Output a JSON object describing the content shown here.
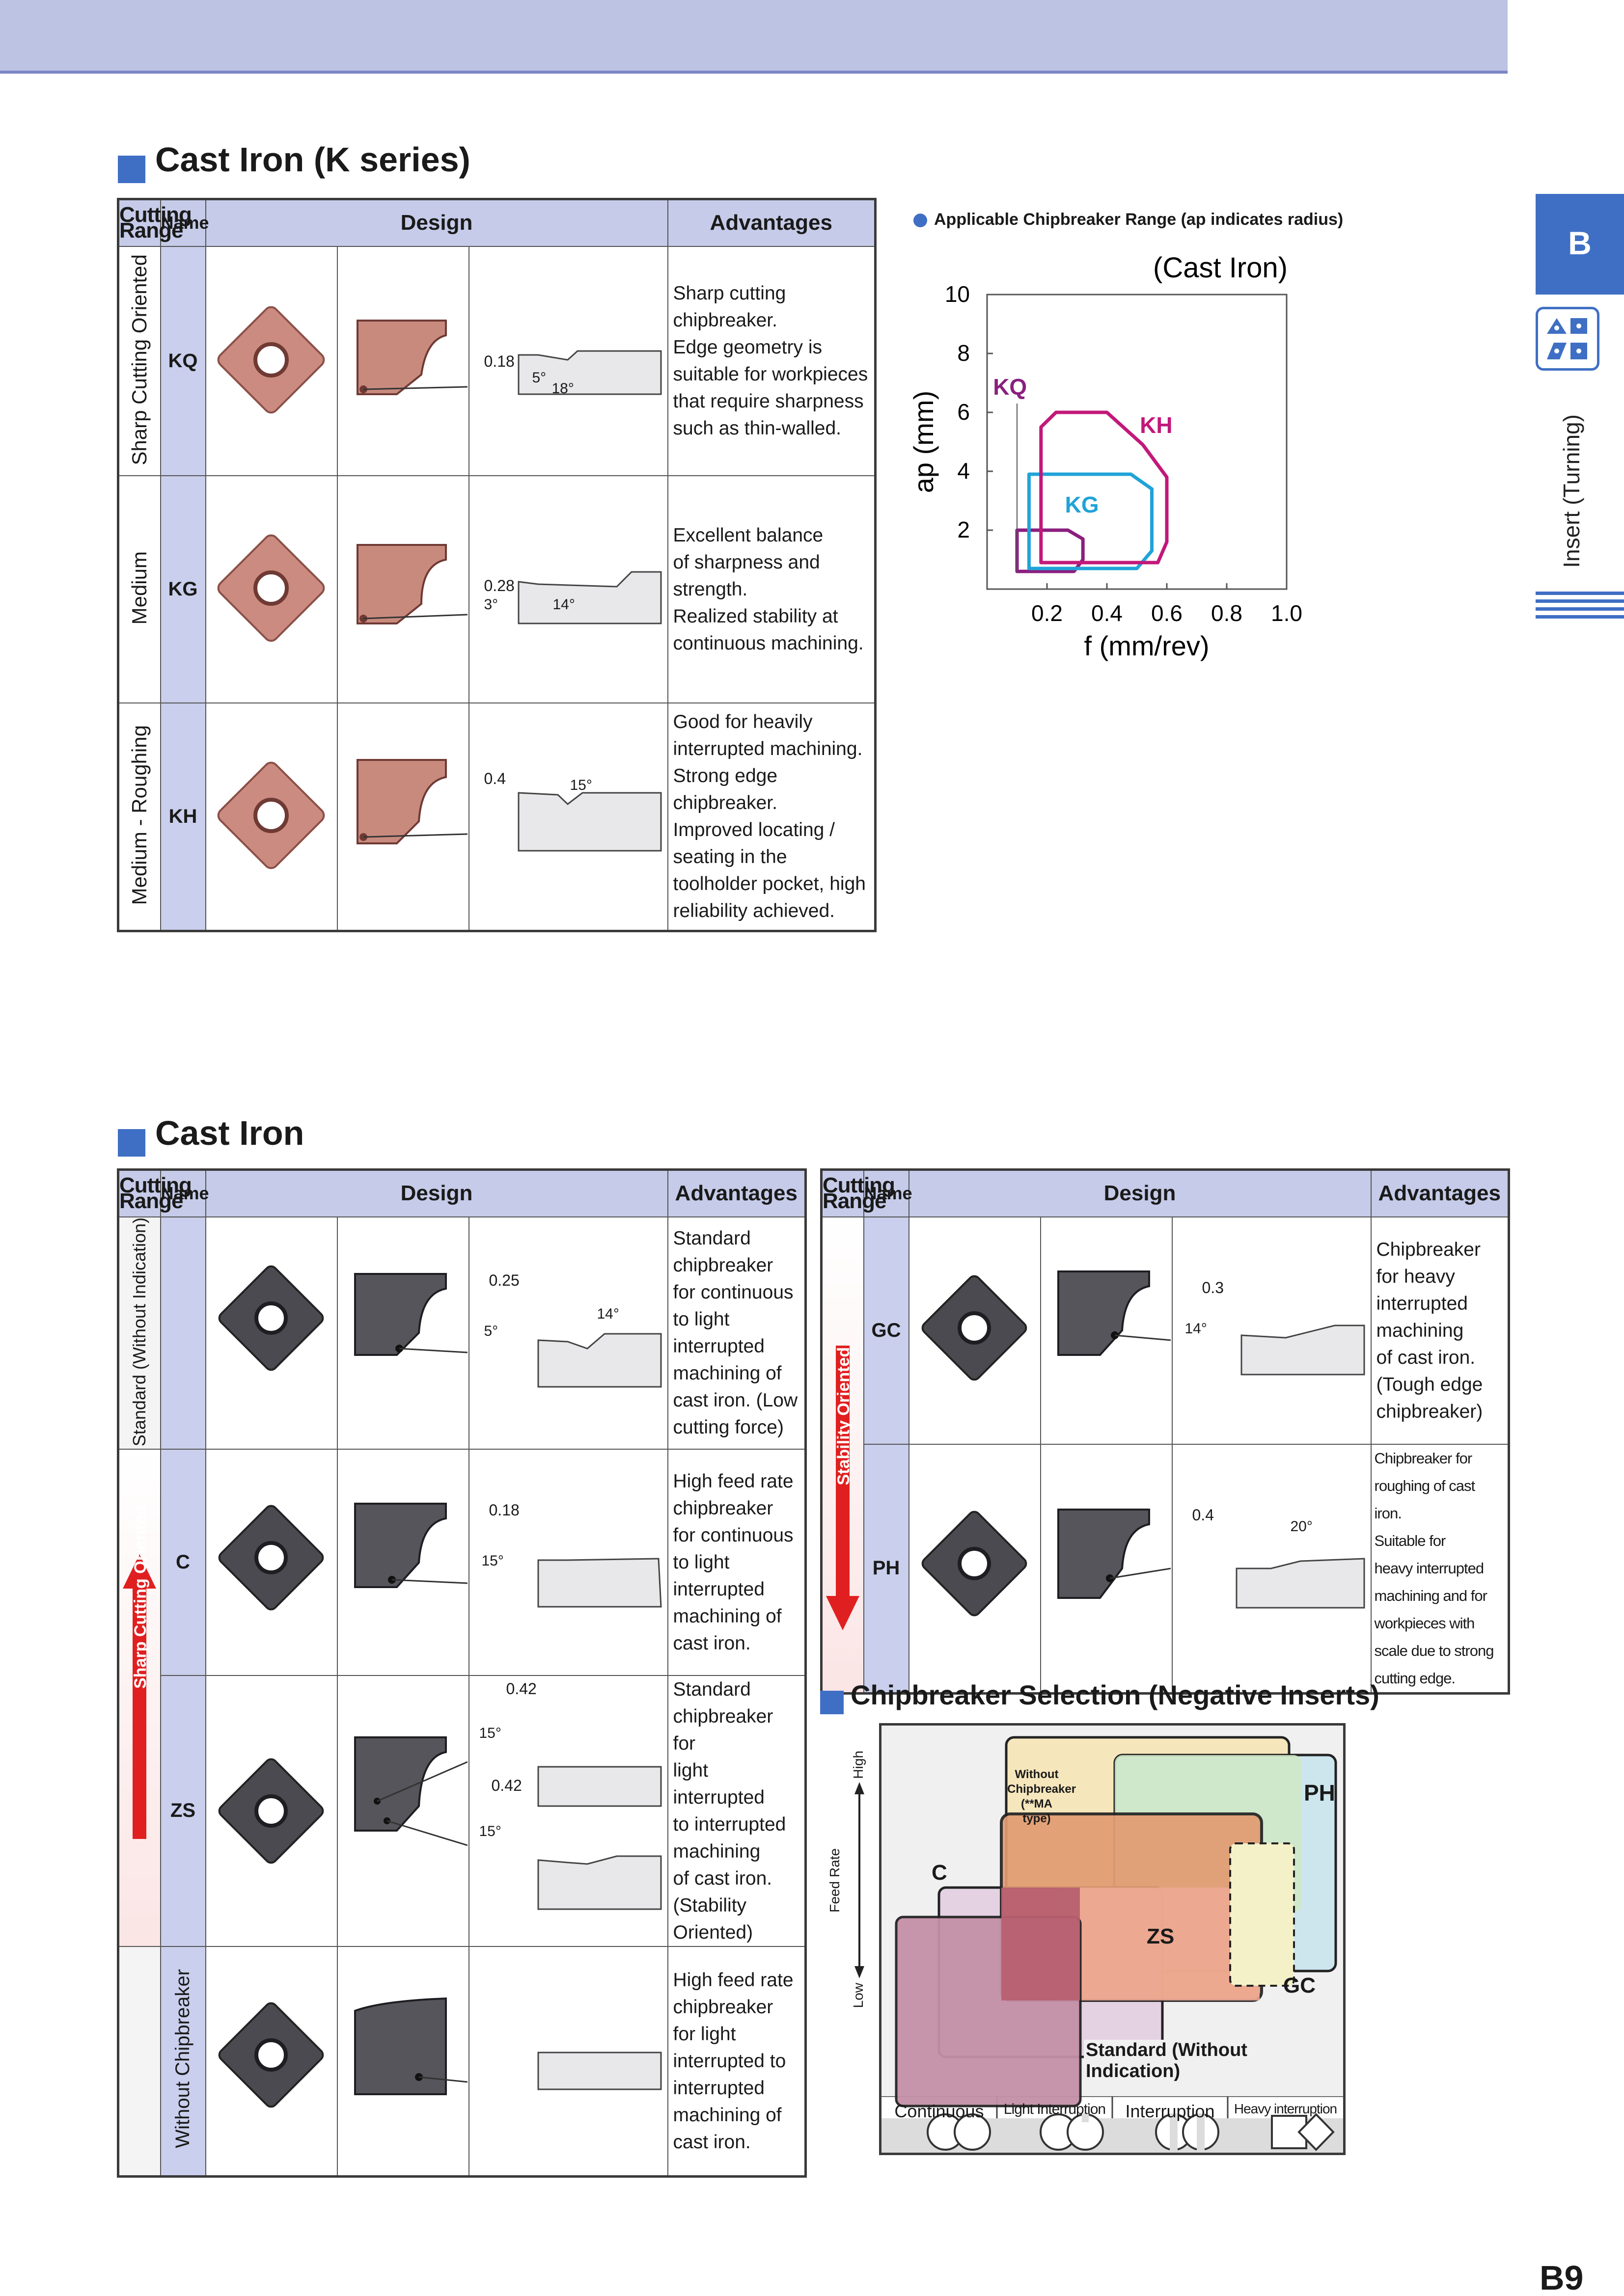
{
  "header": {
    "side_tab": "B",
    "side_label": "Insert (Turning)",
    "page_number": "B9"
  },
  "k_series": {
    "title": "Cast Iron (K series)",
    "headers": {
      "range": "Cutting Range",
      "name": "Name",
      "design": "Design",
      "advantages": "Advantages"
    },
    "rows": [
      {
        "range": "Sharp Cutting Oriented",
        "name": "KQ",
        "dims": [
          "0.18",
          "5°",
          "18°"
        ],
        "advantages": [
          "Sharp cutting",
          "chipbreaker.",
          "Edge geometry is",
          "suitable for workpieces",
          "that require sharpness",
          "such as thin-walled."
        ]
      },
      {
        "range": "Medium",
        "name": "KG",
        "dims": [
          "0.28",
          "3°",
          "14°"
        ],
        "advantages": [
          "Excellent balance",
          "of sharpness and",
          "strength.",
          "Realized stability at",
          "continuous machining."
        ]
      },
      {
        "range": "Medium - Roughing",
        "name": "KH",
        "dims": [
          "0.4",
          "15°"
        ],
        "advantages": [
          "Good for heavily",
          "interrupted machining.",
          "Strong edge",
          "chipbreaker.",
          "Improved locating /",
          "seating in the",
          "toolholder pocket, high",
          "reliability achieved."
        ]
      }
    ]
  },
  "chart_data": {
    "type": "area",
    "title": "Applicable Chipbreaker Range (ap indicates radius)",
    "subtitle": "(Cast Iron)",
    "xlabel": "f (mm/rev)",
    "ylabel": "ap (mm)",
    "x_ticks": [
      "0.2",
      "0.4",
      "0.6",
      "0.8",
      "1.0"
    ],
    "y_ticks": [
      "2",
      "4",
      "6",
      "8",
      "10"
    ],
    "xlim": [
      0,
      1.0
    ],
    "ylim": [
      0,
      10
    ],
    "series": [
      {
        "name": "KQ",
        "color": "#8a1f7f",
        "points": [
          [
            0.1,
            0.6
          ],
          [
            0.29,
            0.6
          ],
          [
            0.32,
            1.0
          ],
          [
            0.32,
            1.7
          ],
          [
            0.27,
            2.0
          ],
          [
            0.1,
            2.0
          ]
        ]
      },
      {
        "name": "KG",
        "color": "#20a3d8",
        "points": [
          [
            0.14,
            0.7
          ],
          [
            0.5,
            0.7
          ],
          [
            0.55,
            1.3
          ],
          [
            0.55,
            3.4
          ],
          [
            0.48,
            3.9
          ],
          [
            0.14,
            3.9
          ]
        ]
      },
      {
        "name": "KH",
        "color": "#c2187a",
        "points": [
          [
            0.18,
            0.9
          ],
          [
            0.57,
            0.9
          ],
          [
            0.6,
            1.6
          ],
          [
            0.6,
            3.8
          ],
          [
            0.52,
            4.9
          ],
          [
            0.4,
            6.0
          ],
          [
            0.23,
            6.0
          ],
          [
            0.18,
            5.5
          ]
        ]
      }
    ]
  },
  "cast_iron": {
    "title": "Cast Iron",
    "headers": {
      "range": "Cutting Range",
      "name": "Name",
      "design": "Design",
      "advantages": "Advantages"
    },
    "left_rows": [
      {
        "range": "Standard (Without Indication)",
        "name": "",
        "dims": [
          "0.25",
          "5°",
          "14°"
        ],
        "advantages": [
          "Standard",
          "chipbreaker",
          "for continuous",
          "to light",
          "interrupted",
          "machining of",
          "cast iron. (Low",
          "cutting force)"
        ]
      },
      {
        "range": "",
        "name": "C",
        "dims": [
          "0.18",
          "15°"
        ],
        "advantages": [
          "High feed rate",
          "chipbreaker",
          "for continuous",
          "to light",
          "interrupted",
          "machining of",
          "cast iron."
        ]
      },
      {
        "range": "",
        "name": "ZS",
        "dims": [
          "0.42",
          "15°",
          "0.42",
          "15°"
        ],
        "advantages": [
          "Standard",
          "chipbreaker for",
          "light interrupted",
          "to interrupted",
          "machining",
          "of cast iron.",
          "(Stability",
          "Oriented)"
        ]
      },
      {
        "range": "Without Chipbreaker",
        "name": "",
        "dims": [],
        "advantages": [
          "High feed rate",
          "chipbreaker",
          "for light",
          "interrupted to",
          "interrupted",
          "machining of",
          "cast iron."
        ]
      }
    ],
    "left_arrow": "Sharp Cutting Oriented",
    "right_rows": [
      {
        "name": "GC",
        "dims": [
          "0.3",
          "14°"
        ],
        "advantages": [
          "Chipbreaker",
          "for heavy",
          "interrupted",
          "machining",
          "of cast iron.",
          "(Tough edge",
          "chipbreaker)"
        ]
      },
      {
        "name": "PH",
        "dims": [
          "0.4",
          "20°"
        ],
        "advantages": [
          "Chipbreaker for",
          "roughing of cast iron.",
          "Suitable for",
          "heavy interrupted",
          "machining and for",
          "workpieces with",
          "scale due to strong",
          "cutting edge."
        ]
      }
    ],
    "right_arrow": "Stability Oriented"
  },
  "selection": {
    "title": "Chipbreaker Selection (Negative Inserts)",
    "y_axis": "Feed Rate",
    "y_high": "High",
    "y_low": "Low",
    "boxes": {
      "wo": "Without Chipbreaker",
      "wo2": "(**MA type)",
      "ph": "PH",
      "c": "C",
      "zs": "ZS",
      "gc": "GC",
      "std": "Standard (Without Indication)"
    },
    "columns": [
      "Continuous",
      "Light Interruption",
      "Interruption",
      "Heavy interruption"
    ]
  },
  "colors": {
    "accent": "#3f6fc4",
    "header_band": "#bcc3e3",
    "table_header": "#c5cbe8",
    "name_cell": "#c9cfec",
    "kq": "#8a1f7f",
    "kg": "#20a3d8",
    "kh": "#c2187a",
    "arrow_red": "#e02020"
  }
}
